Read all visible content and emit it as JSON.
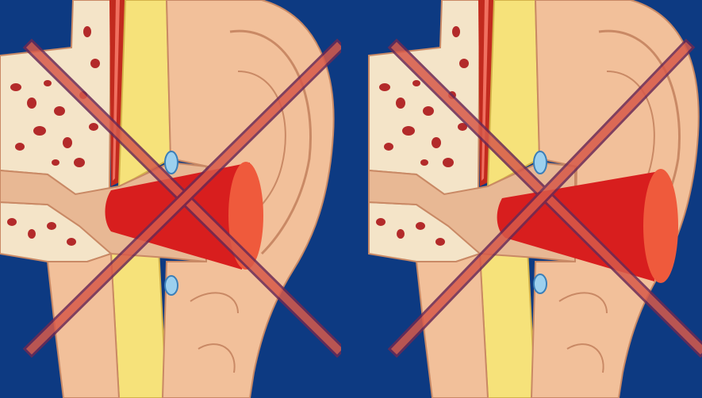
{
  "colors": {
    "background": "#0d3a82",
    "skin": "#f2c09a",
    "skin_shadow": "#e2a077",
    "skin_outline": "#c98965",
    "bone": "#f4e4c8",
    "bone_holes": "#b32a2a",
    "fat": "#f6e27a",
    "canal": "#e8b894",
    "vessel": "#c22a1e",
    "droplet": "#9cd0ee",
    "earplug": "#d81e1e",
    "earplug_end": "#ef5a3c",
    "cross": "#d75a4a",
    "cross_edge": "#6b2a55"
  },
  "panels": [
    {
      "id": "left",
      "depiction": "earplug-inserted-too-deep",
      "crossed_out": true
    },
    {
      "id": "right",
      "depiction": "earplug-inserted-at-angle",
      "crossed_out": true
    }
  ]
}
